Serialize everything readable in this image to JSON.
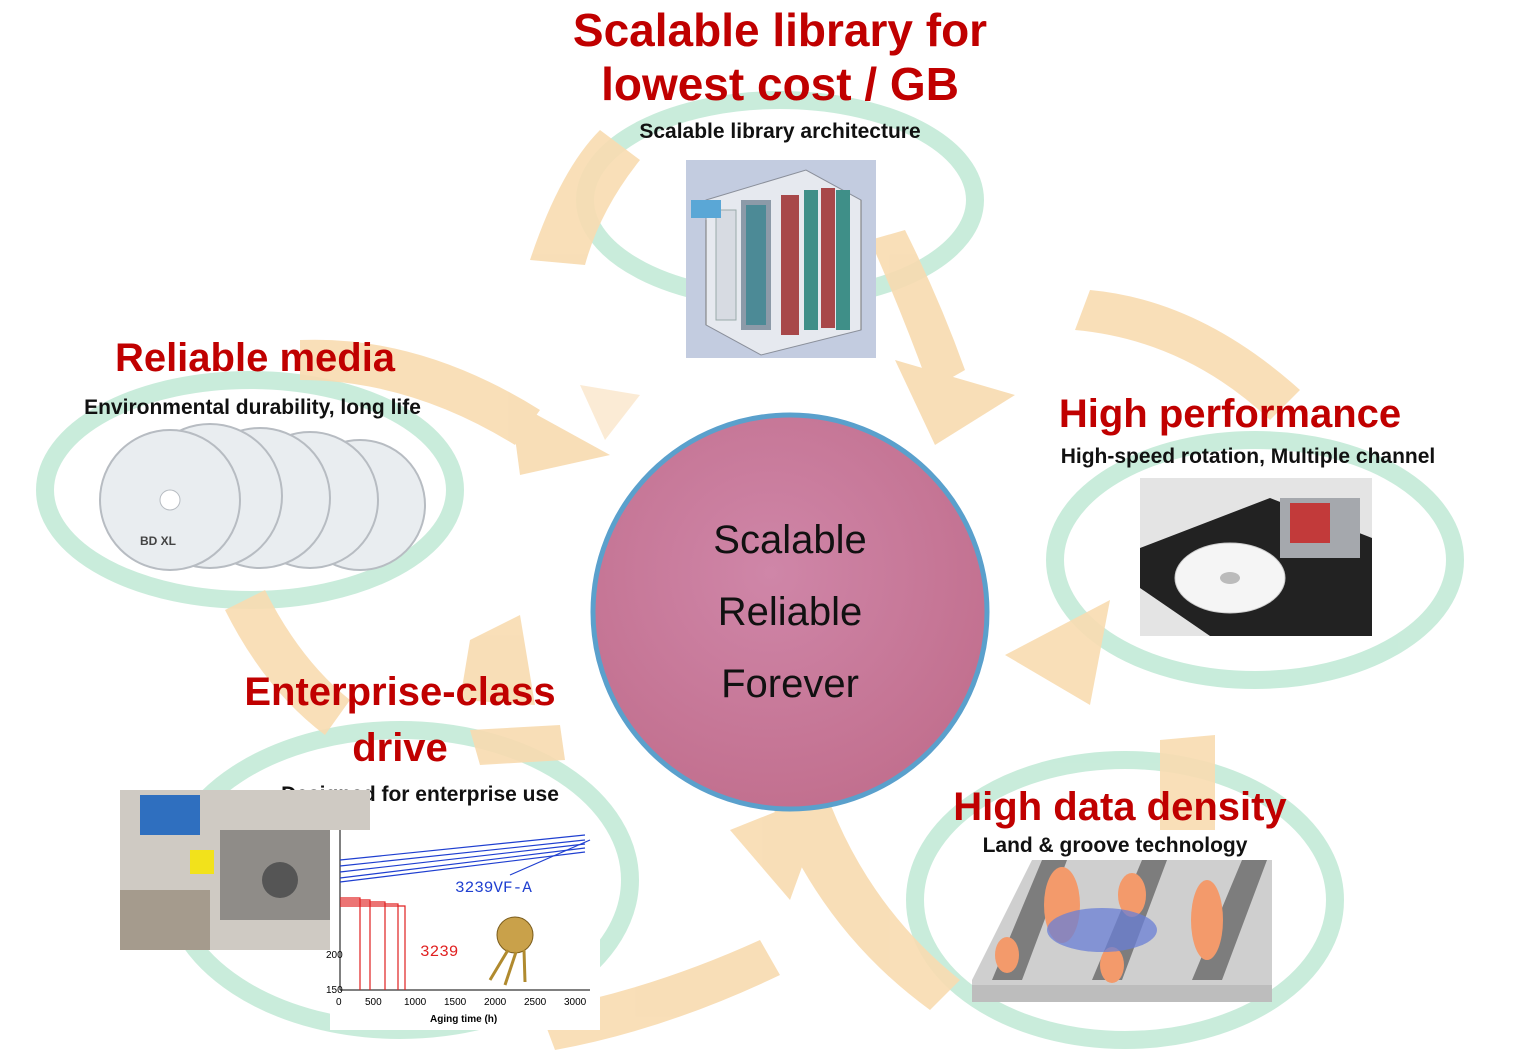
{
  "center": {
    "lines": [
      "Scalable",
      "Reliable",
      "Forever"
    ]
  },
  "nodes": {
    "library": {
      "title_line1": "Scalable library for",
      "title_line2": "lowest cost / GB",
      "subtitle": "Scalable library architecture"
    },
    "performance": {
      "title": "High performance",
      "subtitle": "High-speed rotation, Multiple channel"
    },
    "density": {
      "title": "High data density",
      "subtitle": "Land & groove technology"
    },
    "drive": {
      "title_line1": "Enterprise-class",
      "title_line2": "drive",
      "subtitle": "Designed for enterprise use",
      "chart": {
        "series_labels": [
          "3239VF-A",
          "3239"
        ],
        "y_ticks": [
          "200",
          "150"
        ],
        "x_ticks": [
          "0",
          "500",
          "1000",
          "1500",
          "2000",
          "2500",
          "3000"
        ],
        "xlabel": "Aging time (h)"
      }
    },
    "media": {
      "title": "Reliable media",
      "subtitle": "Environmental durability, long life",
      "disc_brand": "BD XL"
    }
  },
  "colors": {
    "title_red": "#c00000",
    "center_fill": "#c7789c",
    "center_border": "#5aa0cc",
    "arrow": "#f7d6a8",
    "ring": "#bfe9d5"
  }
}
